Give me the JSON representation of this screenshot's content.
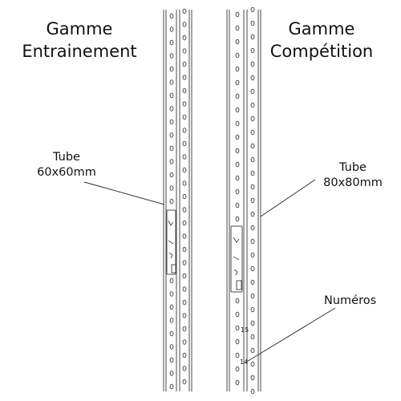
{
  "titles": {
    "left": {
      "line1": "Gamme",
      "line2": "Entrainement"
    },
    "right": {
      "line1": "Gamme",
      "line2": "Compétition"
    }
  },
  "labels": {
    "tube_left": {
      "line1": "Tube",
      "line2": "60x60mm"
    },
    "tube_right": {
      "line1": "Tube",
      "line2": "80x80mm"
    },
    "numeros": "Numéros"
  },
  "column_numbers": [
    "15",
    "14"
  ],
  "colors": {
    "line": "#4a4a4a",
    "hole_fill": "#ffffff",
    "leader": "#333333"
  }
}
